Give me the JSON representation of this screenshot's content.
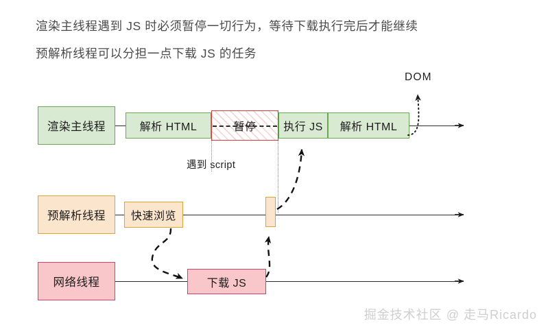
{
  "headline": {
    "line1": "渲染主线程遇到  JS  时必须暂停一切行为，等待下载执行完后才能继续",
    "line2": "预解析线程可以分担一点下载  JS  的任务"
  },
  "colors": {
    "green_fill": "#d9ead3",
    "green_stroke": "#6aa84f",
    "orange_fill": "#fce5cd",
    "orange_stroke": "#e0a32e",
    "pink_fill": "#f9c6c9",
    "pink_stroke": "#cc4466",
    "pause_stroke": "#d83a3a",
    "line": "#2b2b2b",
    "watermark": "#cfcfcf",
    "headline_text": "#4b4b4b"
  },
  "rows": [
    {
      "id": "render-main-thread",
      "label": "渲染主线程",
      "segments": [
        {
          "id": "parse-html-1",
          "label": "解析 HTML",
          "kind": "green"
        },
        {
          "id": "pause",
          "label": "暂停",
          "kind": "hatched"
        },
        {
          "id": "execute-js",
          "label": "执行 JS",
          "kind": "green"
        },
        {
          "id": "parse-html-2",
          "label": "解析 HTML",
          "kind": "green"
        }
      ]
    },
    {
      "id": "pre-parse-thread",
      "label": "预解析线程",
      "segments": [
        {
          "id": "quick-scan",
          "label": "快速浏览",
          "kind": "orange"
        },
        {
          "id": "preload-tick",
          "label": "",
          "kind": "orange-tick"
        }
      ]
    },
    {
      "id": "network-thread",
      "label": "网络线程",
      "segments": [
        {
          "id": "download-js",
          "label": "下载 JS",
          "kind": "pink"
        }
      ]
    }
  ],
  "annotations": {
    "encounter_script": "遇到 script",
    "dom_output": "DOM"
  },
  "watermark": "掘金技术社区 @ 走马Ricardo"
}
